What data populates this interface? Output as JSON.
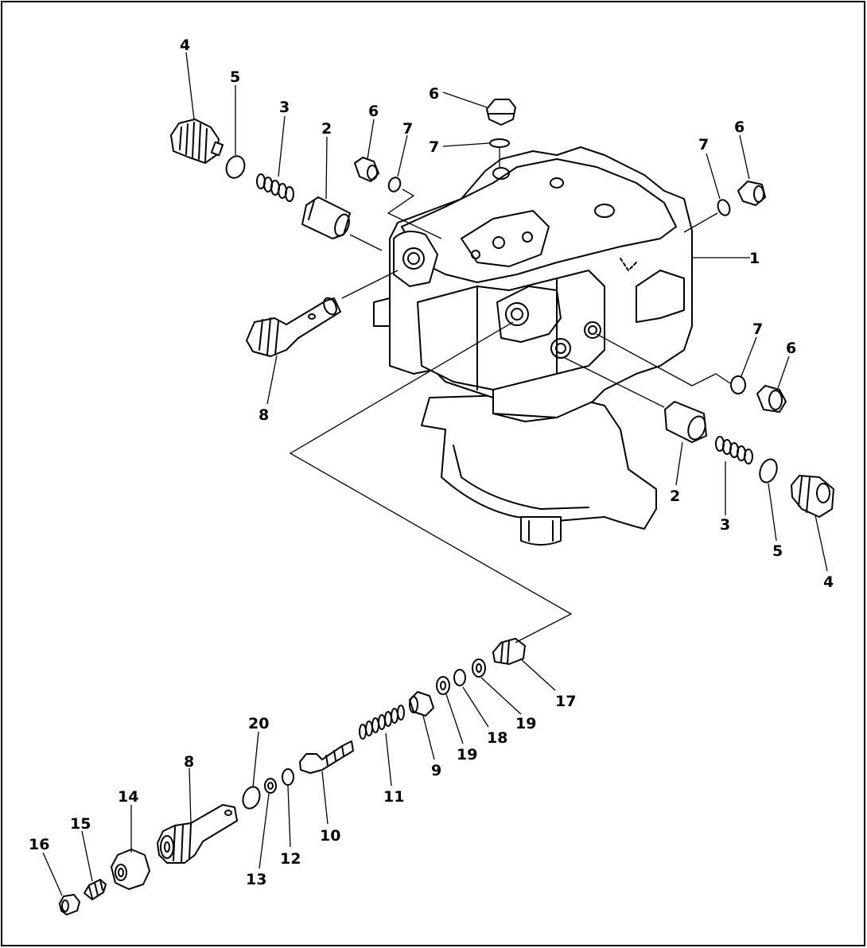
{
  "callouts": [
    "1",
    "2",
    "2",
    "3",
    "3",
    "4",
    "4",
    "5",
    "5",
    "6",
    "6",
    "6",
    "6",
    "7",
    "7",
    "7",
    "7",
    "8",
    "8",
    "9",
    "10",
    "11",
    "12",
    "13",
    "14",
    "15",
    "16",
    "17",
    "18",
    "19",
    "19",
    "20"
  ]
}
